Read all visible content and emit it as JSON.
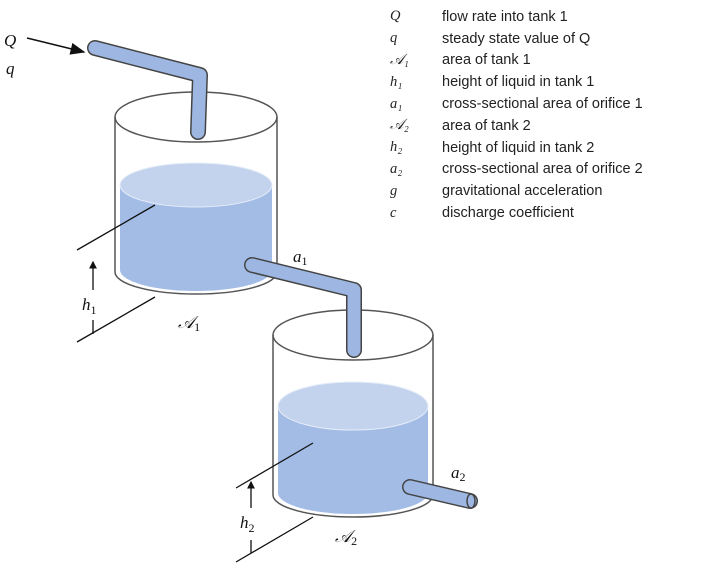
{
  "diagram_labels": {
    "Q": "Q",
    "q": "q",
    "A1": "𝒜",
    "A1_sub": "1",
    "A2": "𝒜",
    "A2_sub": "2",
    "h1": "h",
    "h1_sub": "1",
    "h2": "h",
    "h2_sub": "2",
    "a1": "a",
    "a1_sub": "1",
    "a2": "a",
    "a2_sub": "2"
  },
  "legend": [
    {
      "symbol": "Q",
      "description": "flow rate into tank 1"
    },
    {
      "symbol": "q",
      "description": "steady state value of Q"
    },
    {
      "symbol": "𝒜₁",
      "description": "area of tank 1"
    },
    {
      "symbol": "h₁",
      "description": "height of liquid in tank 1"
    },
    {
      "symbol": "a₁",
      "description": "cross-sectional area of orifice 1"
    },
    {
      "symbol": "𝒜₂",
      "description": "area of tank 2"
    },
    {
      "symbol": "h₂",
      "description": "height of liquid in tank 2"
    },
    {
      "symbol": "a₂",
      "description": "cross-sectional area of orifice 2"
    },
    {
      "symbol": "g",
      "description": "gravitational acceleration"
    },
    {
      "symbol": "c",
      "description": "discharge coefficient"
    }
  ],
  "colors": {
    "water": "#a3bce6",
    "water_top": "#c3d3ee",
    "pipe": "#9db7e2",
    "outline": "#444444"
  }
}
